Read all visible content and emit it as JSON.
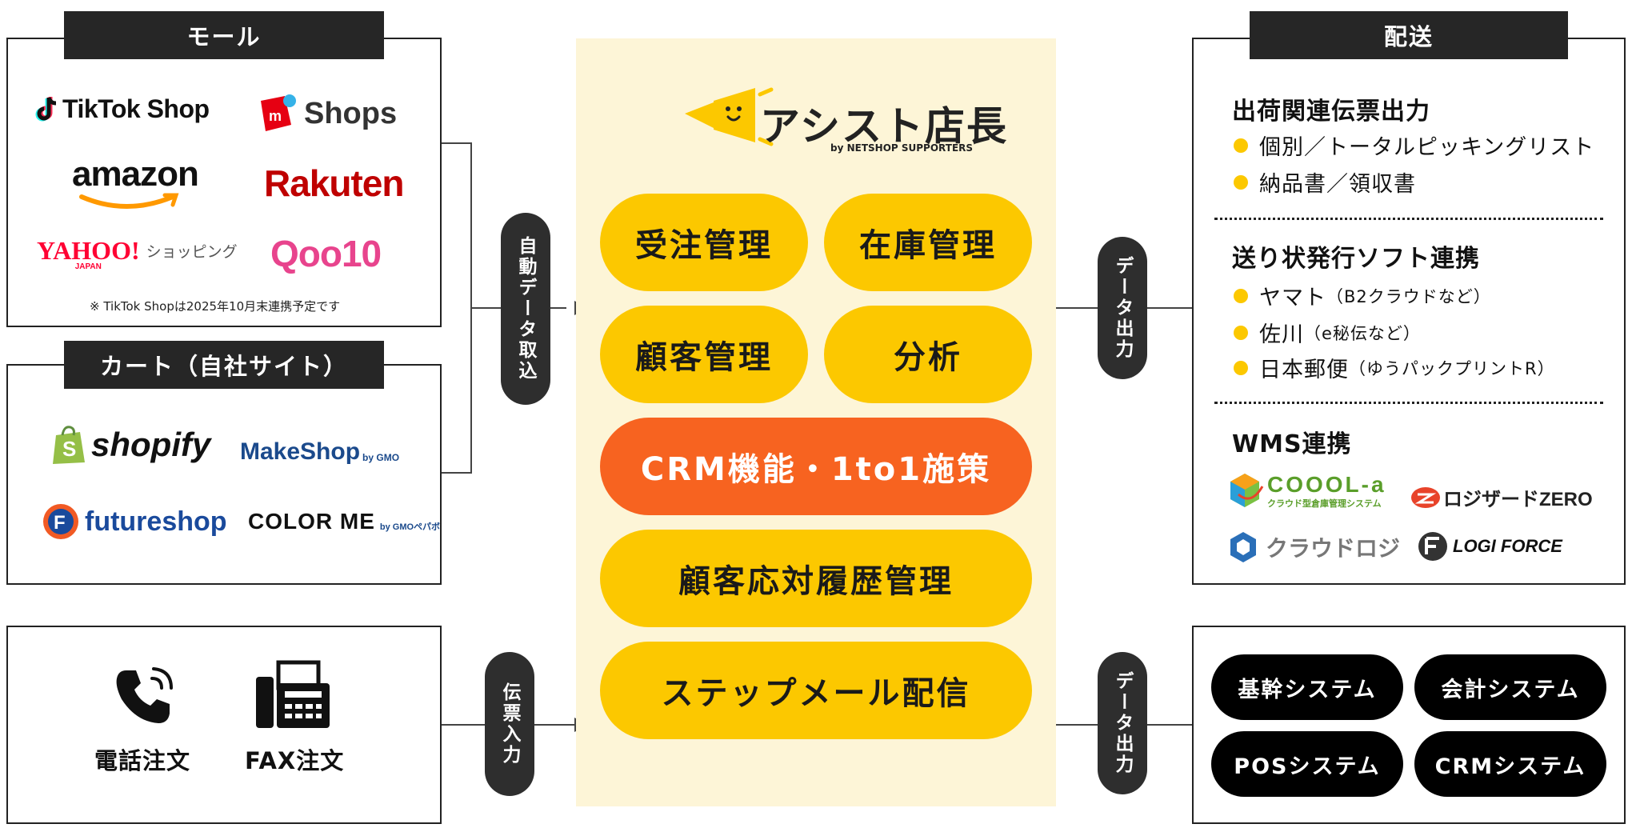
{
  "mall": {
    "tab": "モール",
    "logos": {
      "tiktok": "TikTok Shop",
      "mercari": "Shops",
      "amazon": "amazon",
      "rakuten": "Rakuten",
      "yahoo": "YAHOO!",
      "yahoo_sub": "ショッピング",
      "yahoo_japan": "JAPAN",
      "qoo10": "Qoo10"
    },
    "note": "※ TikTok Shopは2025年10月末連携予定です"
  },
  "cart": {
    "tab": "カート（自社サイト）",
    "logos": {
      "shopify": "shopify",
      "makeshop": "MakeShop",
      "makeshop_by": "by GMO",
      "futureshop": "futureshop",
      "colorme": "COLOR ME",
      "colorme_by": "by GMOペパボ"
    }
  },
  "order": {
    "phone_label": "電話注文",
    "fax_label": "FAX注文"
  },
  "connectors": {
    "auto_import": "自動データ取込",
    "slip_input": "伝票入力",
    "data_output_1": "データ出力",
    "data_output_2": "データ出力"
  },
  "center": {
    "brand": "アシスト店長",
    "brand_sub": "by NETSHOP SUPPORTERS",
    "features": [
      "受注管理",
      "在庫管理",
      "顧客管理",
      "分析"
    ],
    "crm": "CRM機能・1to1施策",
    "history": "顧客応対履歴管理",
    "stepmail": "ステップメール配信"
  },
  "shipping": {
    "tab": "配送",
    "section1_title": "出荷関連伝票出力",
    "section1_items": [
      "個別／トータルピッキングリスト",
      "納品書／領収書"
    ],
    "section2_title": "送り状発行ソフト連携",
    "section2_items": [
      {
        "main": "ヤマト",
        "sub": "（B2クラウドなど）"
      },
      {
        "main": "佐川",
        "sub": "（e秘伝など）"
      },
      {
        "main": "日本郵便",
        "sub": "（ゆうパックプリントR）"
      }
    ],
    "section3_title": "WMS連携",
    "wms": {
      "cooola": "COOOL-a",
      "cooola_sub": "クラウド型倉庫管理システム",
      "logizard": "ロジザードZERO",
      "cloudlogi": "クラウドロジ",
      "logiforce": "LOGI FORCE"
    }
  },
  "systems": [
    "基幹システム",
    "会計システム",
    "POSシステム",
    "CRMシステム"
  ],
  "colors": {
    "yellow": "#fcc800",
    "orange": "#f76320",
    "panel": "#fdf5d7",
    "dark": "#262626"
  }
}
